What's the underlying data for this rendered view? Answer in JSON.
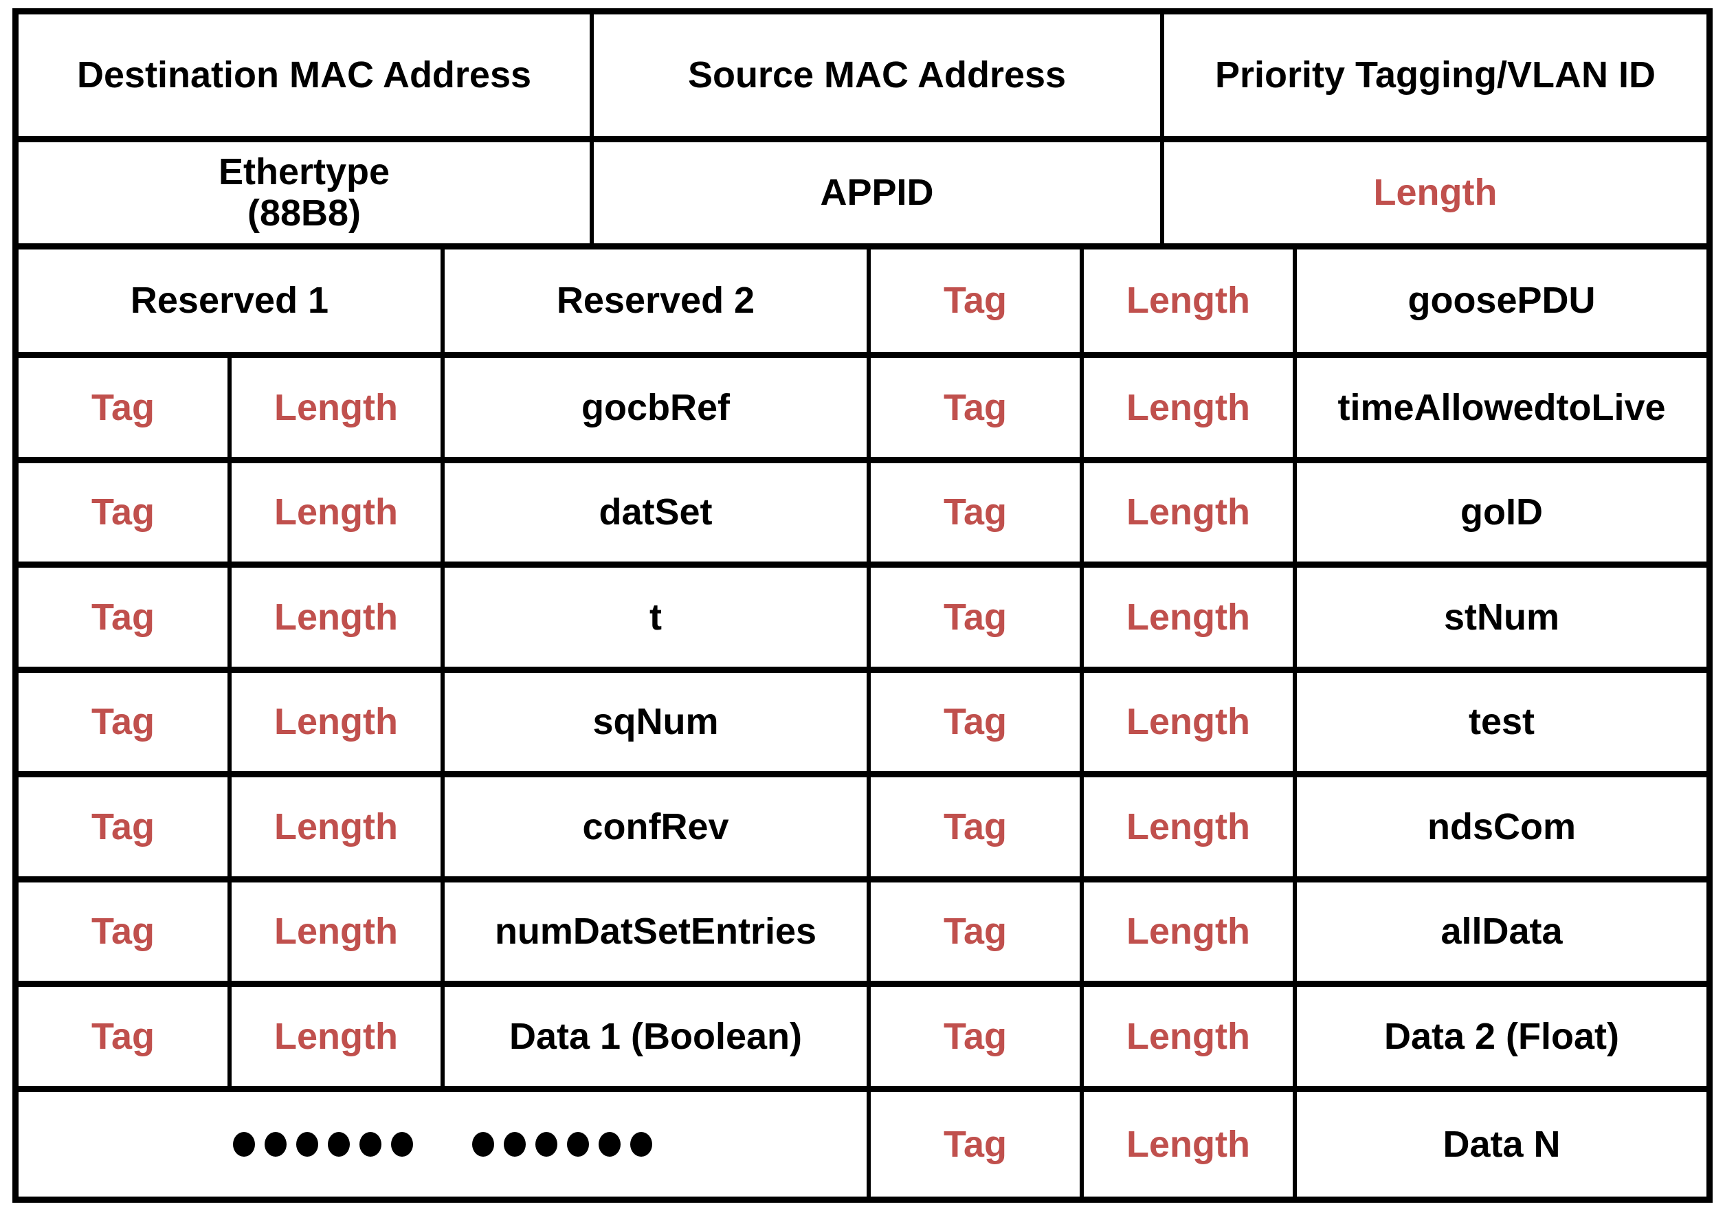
{
  "diagram": {
    "title": "GOOSE message frame structure",
    "accent_color": "#C0504D",
    "text_color": "#000000",
    "border_color": "#000000",
    "background_color": "#FFFFFF"
  },
  "labels": {
    "tag": "Tag",
    "length": "Length"
  },
  "header_rows": [
    {
      "name": "mac-row",
      "cells": [
        {
          "text": "Destination MAC Address",
          "color": "black"
        },
        {
          "text": "Source MAC Address",
          "color": "black"
        },
        {
          "text": "Priority Tagging/VLAN ID",
          "color": "black"
        }
      ]
    },
    {
      "name": "ethertype-row",
      "cells": [
        {
          "line1": "Ethertype",
          "line2": "(88B8)",
          "color": "black"
        },
        {
          "text": "APPID",
          "color": "black"
        },
        {
          "text": "Length",
          "color": "red"
        }
      ]
    }
  ],
  "reserved_row": {
    "reserved1": "Reserved 1",
    "reserved2": "Reserved 2",
    "tag": "Tag",
    "length": "Length",
    "goosepdu": "goosePDU"
  },
  "data_rows": [
    {
      "tag_a": "Tag",
      "len_a": "Length",
      "field_a": "gocbRef",
      "tag_b": "Tag",
      "len_b": "Length",
      "field_b": "timeAllowedtoLive"
    },
    {
      "tag_a": "Tag",
      "len_a": "Length",
      "field_a": "datSet",
      "tag_b": "Tag",
      "len_b": "Length",
      "field_b": "goID"
    },
    {
      "tag_a": "Tag",
      "len_a": "Length",
      "field_a": "t",
      "tag_b": "Tag",
      "len_b": "Length",
      "field_b": "stNum"
    },
    {
      "tag_a": "Tag",
      "len_a": "Length",
      "field_a": "sqNum",
      "tag_b": "Tag",
      "len_b": "Length",
      "field_b": "test"
    },
    {
      "tag_a": "Tag",
      "len_a": "Length",
      "field_a": "confRev",
      "tag_b": "Tag",
      "len_b": "Length",
      "field_b": "ndsCom"
    },
    {
      "tag_a": "Tag",
      "len_a": "Length",
      "field_a": "numDatSetEntries",
      "tag_b": "Tag",
      "len_b": "Length",
      "field_b": "allData"
    },
    {
      "tag_a": "Tag",
      "len_a": "Length",
      "field_a": "Data 1 (Boolean)",
      "tag_b": "Tag",
      "len_b": "Length",
      "field_b": "Data 2 (Float)"
    }
  ],
  "continuation_row": {
    "ellipsis_groups": 2,
    "dots_per_group": 6,
    "tag": "Tag",
    "length": "Length",
    "field": "Data N"
  }
}
